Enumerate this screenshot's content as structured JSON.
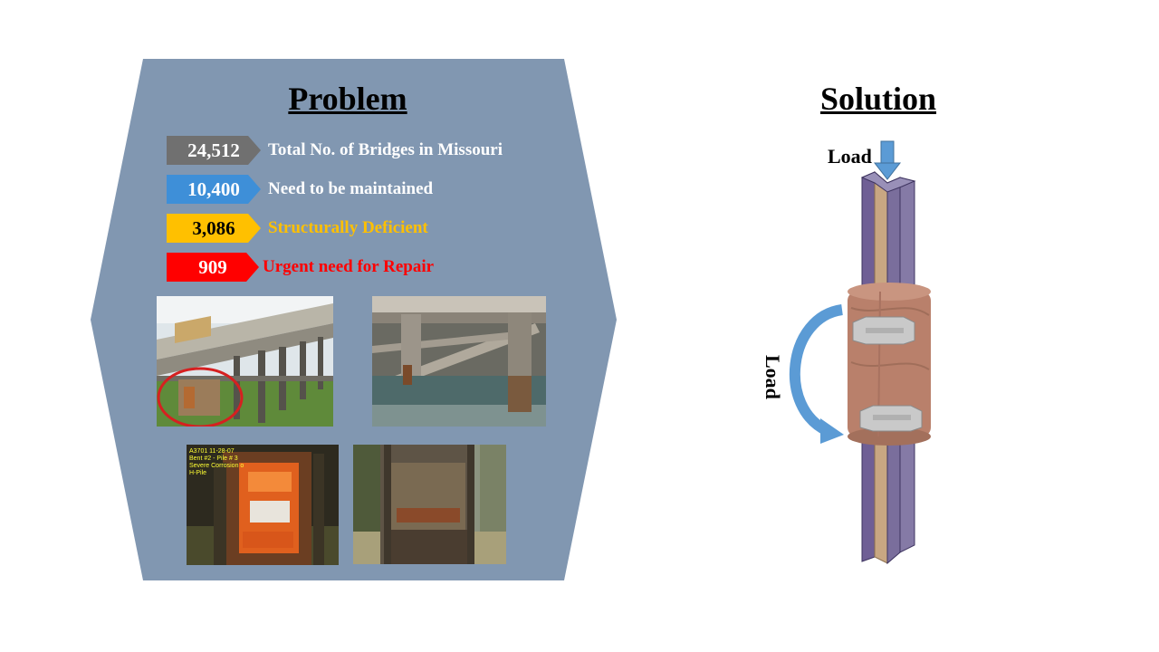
{
  "problem": {
    "title": "Problem",
    "panel_color": "#8197b1",
    "stats": [
      {
        "value": "24,512",
        "label": "Total No. of Bridges in Missouri",
        "badge_color": "#707070",
        "label_color": "#ffffff",
        "value_color": "#ffffff"
      },
      {
        "value": "10,400",
        "label": "Need to be maintained",
        "badge_color": "#3e8fd8",
        "label_color": "#ffffff",
        "value_color": "#ffffff"
      },
      {
        "value": "3,086",
        "label": "Structurally  Deficient",
        "badge_color": "#ffc000",
        "label_color": "#ffc000",
        "value_color": "#000000"
      },
      {
        "value": "909",
        "label": "Urgent need for Repair",
        "badge_color": "#ff0000",
        "label_color": "#ff0000",
        "value_color": "#ffffff"
      }
    ],
    "photos": [
      {
        "name": "bridge-overview-photo"
      },
      {
        "name": "bridge-underside-water-photo"
      },
      {
        "name": "corroded-h-pile-photo",
        "caption_lines": [
          "A3701  11-28-07",
          "Bent #2 - Pile # 3",
          "Severe Corrosion o",
          "H-Pile"
        ]
      },
      {
        "name": "deteriorated-pile-photo"
      }
    ]
  },
  "solution": {
    "title": "Solution",
    "load_top": "Load",
    "load_side": "Load",
    "arrow_color": "#5b9bd5",
    "column_color": "#7a6e9c",
    "web_color": "#c8a782",
    "bandage_color": "#b9806b"
  }
}
